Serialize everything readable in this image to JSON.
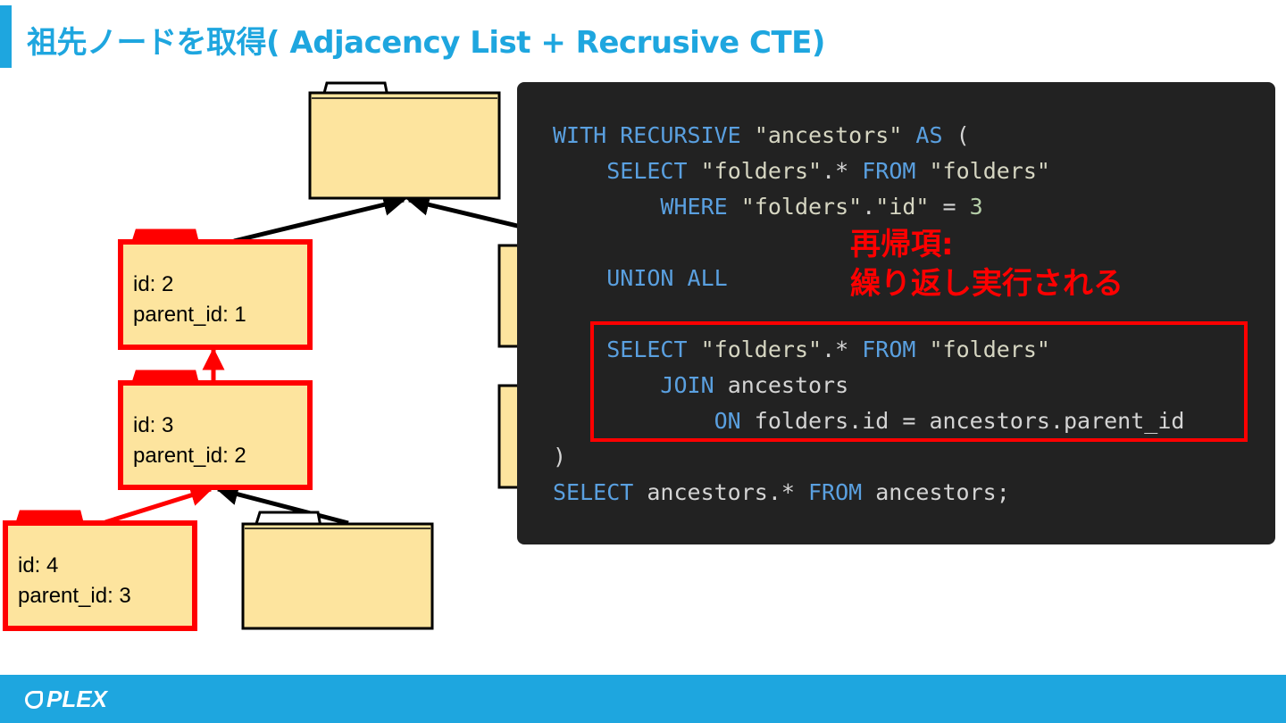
{
  "slide": {
    "title": "祖先ノードを取得( Adjacency List + Recrusive CTE)"
  },
  "tree": {
    "nodes": [
      {
        "id_label": "",
        "parent_label": "",
        "highlighted": false
      },
      {
        "id_label": "id: 2",
        "parent_label": "parent_id: 1",
        "highlighted": true
      },
      {
        "id_label": "id: 3",
        "parent_label": "parent_id: 2",
        "highlighted": true
      },
      {
        "id_label": "id: 4",
        "parent_label": "parent_id: 3",
        "highlighted": true
      },
      {
        "id_label": "",
        "parent_label": "",
        "highlighted": false
      }
    ],
    "colors": {
      "folder_fill": "#fde49e",
      "highlight": "#ff0000",
      "normal_stroke": "#000000"
    }
  },
  "code": {
    "lines": [
      "WITH RECURSIVE \"ancestors\" AS (",
      "    SELECT \"folders\".* FROM \"folders\"",
      "        WHERE \"folders\".\"id\" = 3",
      "",
      "    UNION ALL",
      "",
      "    SELECT \"folders\".* FROM \"folders\"",
      "        JOIN ancestors",
      "            ON folders.id = ancestors.parent_id",
      ")",
      "SELECT ancestors.* FROM ancestors;"
    ],
    "keywords": [
      "WITH",
      "RECURSIVE",
      "AS",
      "SELECT",
      "FROM",
      "WHERE",
      "UNION",
      "ALL",
      "JOIN",
      "ON"
    ],
    "colors": {
      "background": "#222222",
      "keyword": "#5aa0e0",
      "string": "#d6d6c2",
      "number": "#b5cea8",
      "plain": "#d4d4d4"
    }
  },
  "annotation": {
    "line1": "再帰項:",
    "line2": "繰り返し実行される",
    "color": "#ff0000"
  },
  "footer": {
    "logo_text": "PLEX",
    "color": "#1ea6df"
  }
}
